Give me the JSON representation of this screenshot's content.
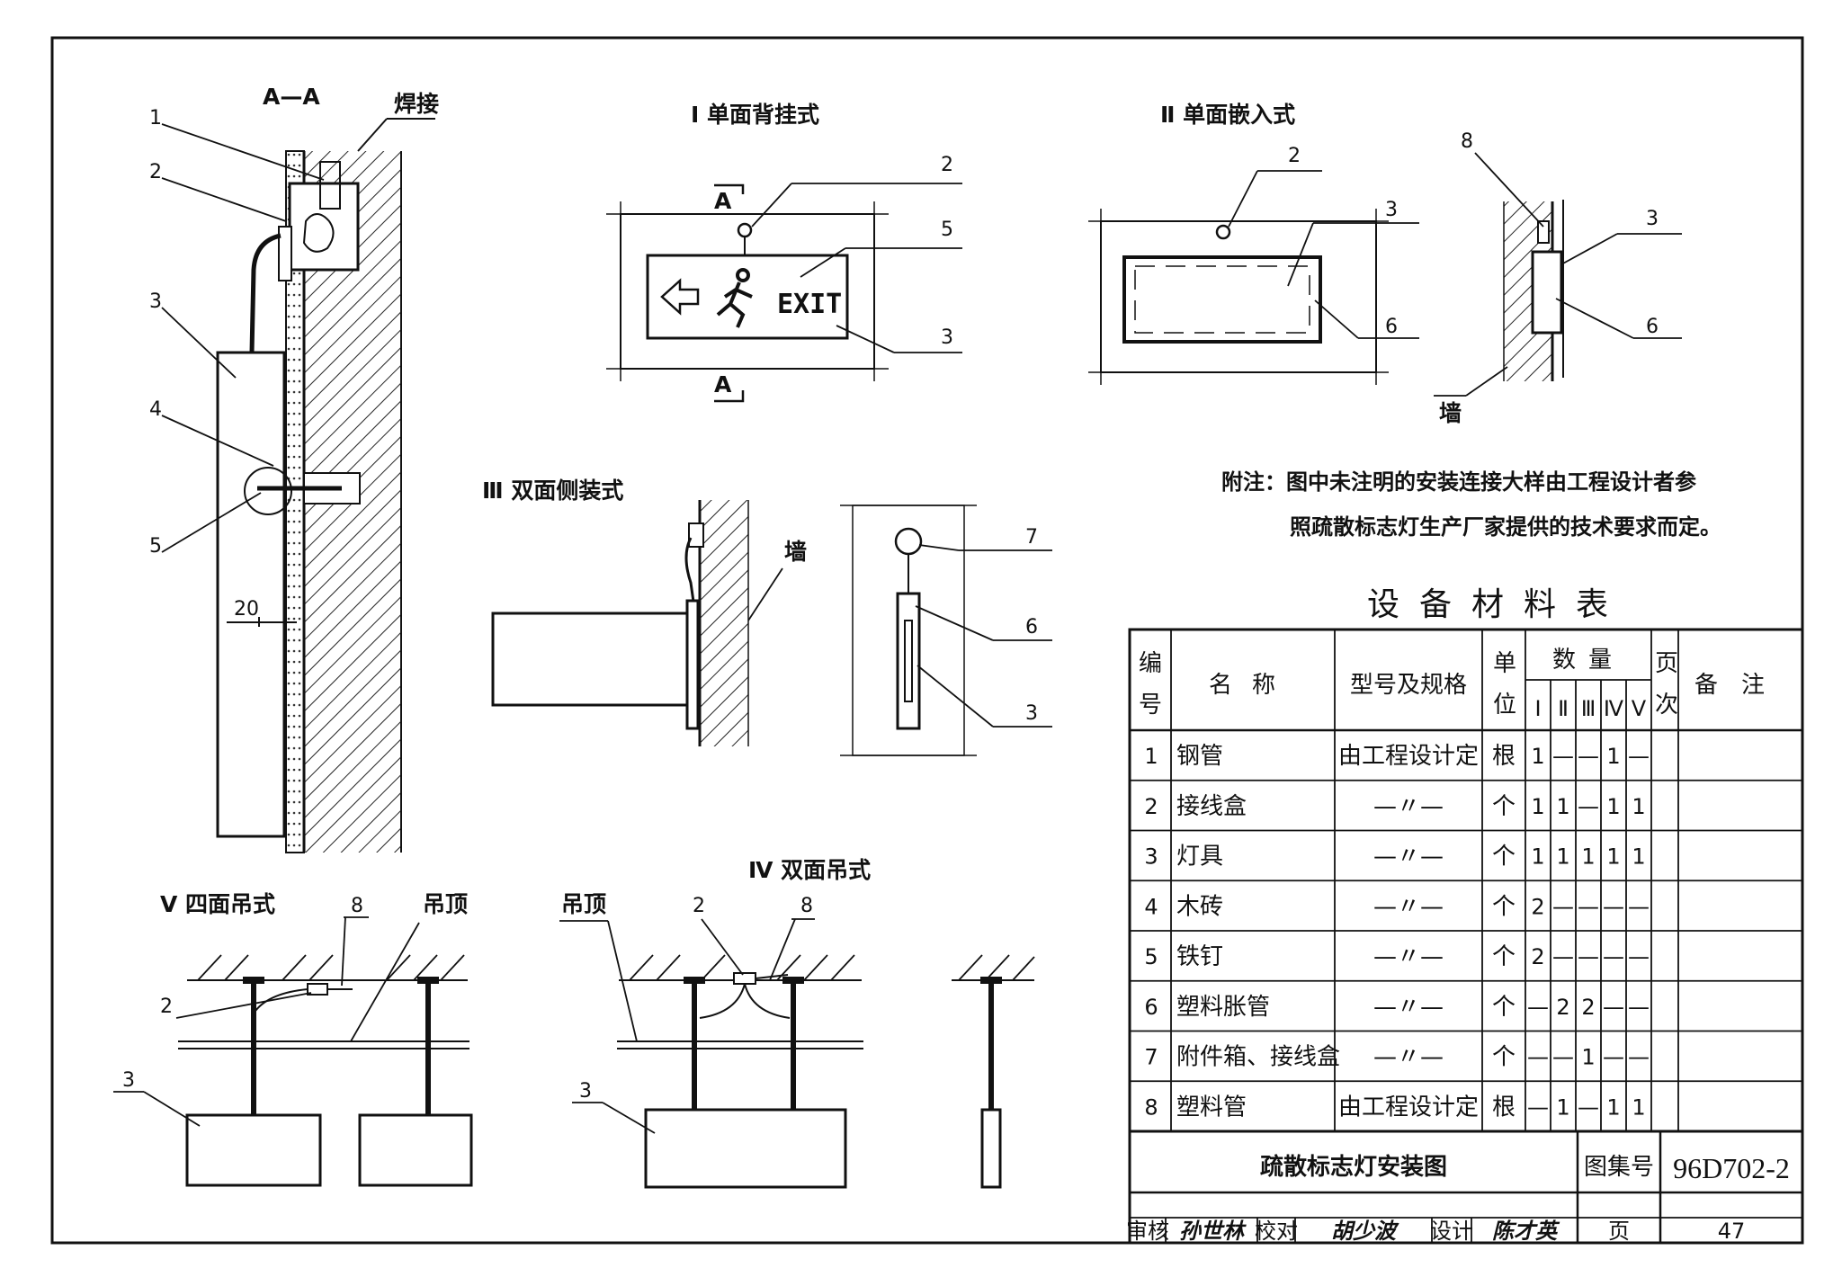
{
  "views": {
    "section_aa": {
      "title": "A—A",
      "weld": "焊接",
      "dim": "20",
      "callouts": [
        "1",
        "2",
        "3",
        "4",
        "5"
      ]
    },
    "type1": {
      "title": "Ⅰ 单面背挂式",
      "section_mark": "A",
      "sign_text": "EXIT",
      "callouts": [
        "2",
        "5",
        "3"
      ]
    },
    "type2": {
      "title": "Ⅱ 单面嵌入式",
      "wall": "墙",
      "callouts": [
        "2",
        "3",
        "6",
        "8",
        "3",
        "6"
      ]
    },
    "type3": {
      "title": "Ⅲ 双面侧装式",
      "wall": "墙",
      "callouts": [
        "7",
        "6",
        "3"
      ]
    },
    "type4": {
      "title": "Ⅳ 双面吊式",
      "ceiling": "吊顶",
      "callouts": [
        "2",
        "8",
        "3"
      ]
    },
    "type5": {
      "title": "Ⅴ 四面吊式",
      "ceiling": "吊顶",
      "callouts": [
        "8",
        "2",
        "3"
      ]
    }
  },
  "note": {
    "line1": "附注：图中未注明的安装连接大样由工程设计者参",
    "line2": "照疏散标志灯生产厂家提供的技术要求而定。"
  },
  "table": {
    "title": "设备材料表",
    "headers": {
      "no": "编号",
      "name": "名称",
      "model": "型号及规格",
      "unit": "单位",
      "qty": "数量",
      "page": "页次",
      "remark": "备注",
      "qty_cols": [
        "Ⅰ",
        "Ⅱ",
        "Ⅲ",
        "Ⅳ",
        "Ⅴ"
      ]
    },
    "rows": [
      {
        "no": "1",
        "name": "钢管",
        "model": "由工程设计定",
        "unit": "根",
        "q": [
          "1",
          "—",
          "—",
          "1",
          "—"
        ]
      },
      {
        "no": "2",
        "name": "接线盒",
        "model": "—〃—",
        "unit": "个",
        "q": [
          "1",
          "1",
          "—",
          "1",
          "1"
        ]
      },
      {
        "no": "3",
        "name": "灯具",
        "model": "—〃—",
        "unit": "个",
        "q": [
          "1",
          "1",
          "1",
          "1",
          "1"
        ]
      },
      {
        "no": "4",
        "name": "木砖",
        "model": "—〃—",
        "unit": "个",
        "q": [
          "2",
          "—",
          "—",
          "—",
          "—"
        ]
      },
      {
        "no": "5",
        "name": "铁钉",
        "model": "—〃—",
        "unit": "个",
        "q": [
          "2",
          "—",
          "—",
          "—",
          "—"
        ]
      },
      {
        "no": "6",
        "name": "塑料胀管",
        "model": "—〃—",
        "unit": "个",
        "q": [
          "—",
          "2",
          "2",
          "—",
          "—"
        ]
      },
      {
        "no": "7",
        "name": "附件箱、接线盒",
        "model": "—〃—",
        "unit": "个",
        "q": [
          "—",
          "—",
          "1",
          "—",
          "—"
        ]
      },
      {
        "no": "8",
        "name": "塑料管",
        "model": "由工程设计定",
        "unit": "根",
        "q": [
          "—",
          "1",
          "—",
          "1",
          "1"
        ]
      }
    ]
  },
  "title_block": {
    "drawing_title": "疏散标志灯安装图",
    "atlas_label": "图集号",
    "atlas_no": "96D702-2",
    "review_label": "审核",
    "review_sig": "孙世林",
    "check_label": "校对",
    "check_sig": "胡少波",
    "design_label": "设计",
    "design_sig": "陈才英",
    "page_label": "页",
    "page_no": "47"
  }
}
